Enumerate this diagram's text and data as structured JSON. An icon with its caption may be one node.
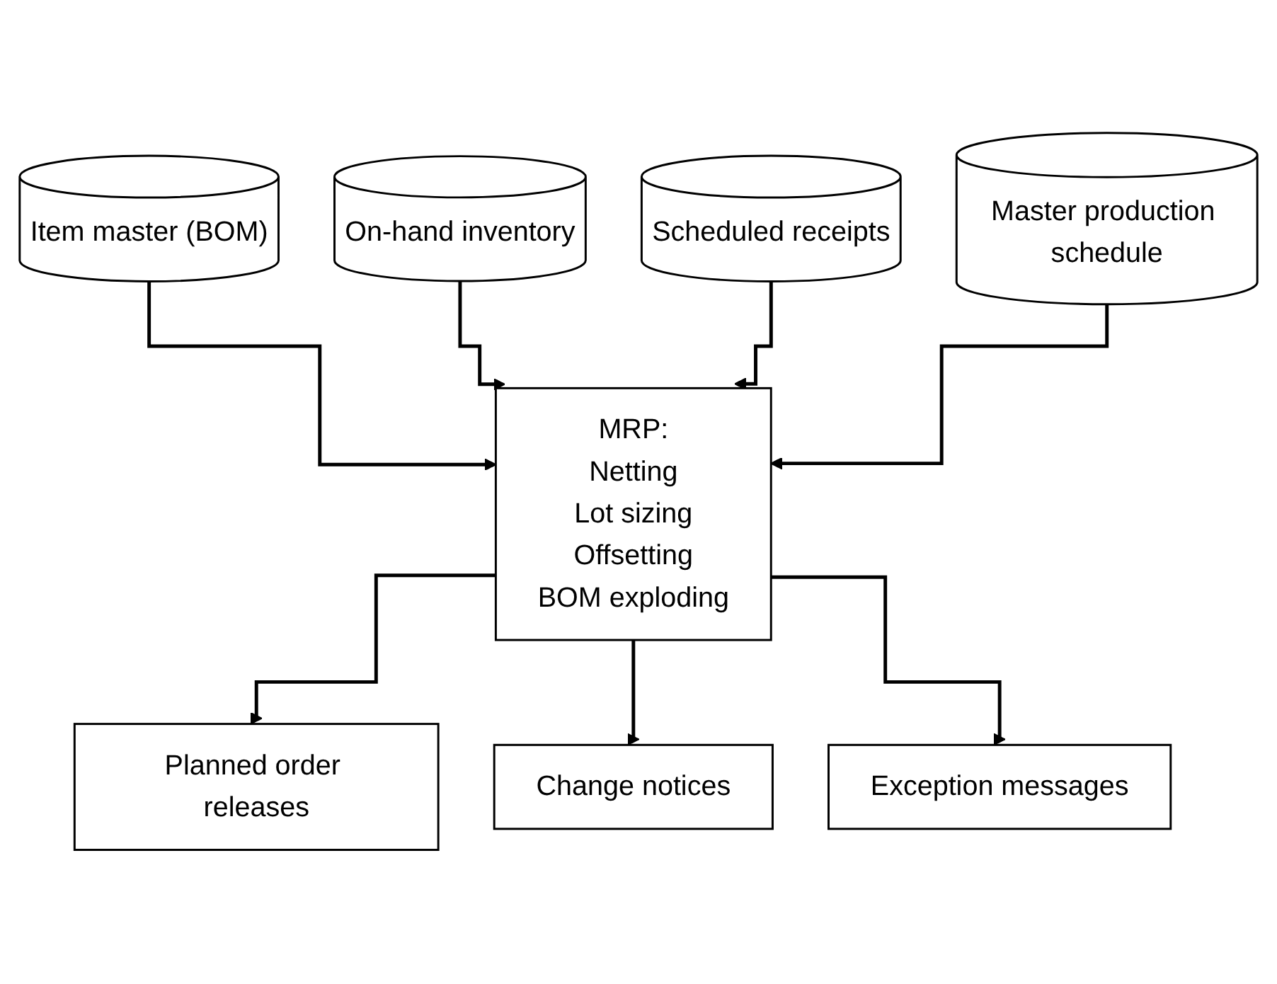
{
  "diagram": {
    "nodes": [
      {
        "text": [
          "Item master (BOM)"
        ]
      },
      {
        "text": [
          "On-hand inventory"
        ]
      },
      {
        "text": [
          "Scheduled receipts"
        ]
      },
      {
        "text": [
          "Master production schedule"
        ]
      },
      {
        "text": [
          "MRP:",
          "Netting",
          "Lot sizing",
          "Offsetting",
          "BOM exploding"
        ]
      },
      {
        "text": [
          "Planned order releases"
        ]
      },
      {
        "text": [
          "Change notices"
        ]
      },
      {
        "text": [
          "Exception messages"
        ]
      }
    ],
    "edges": [
      {
        "from": 0,
        "to": 4,
        "arrow": "to"
      },
      {
        "from": 1,
        "to": 4,
        "arrow": "to"
      },
      {
        "from": 2,
        "to": 4,
        "arrow": "to"
      },
      {
        "from": 3,
        "to": 4,
        "arrow": "to"
      },
      {
        "from": 4,
        "to": 5,
        "arrow": "to"
      },
      {
        "from": 4,
        "to": 6,
        "arrow": "to"
      },
      {
        "from": 4,
        "to": 7,
        "arrow": "to"
      }
    ]
  }
}
